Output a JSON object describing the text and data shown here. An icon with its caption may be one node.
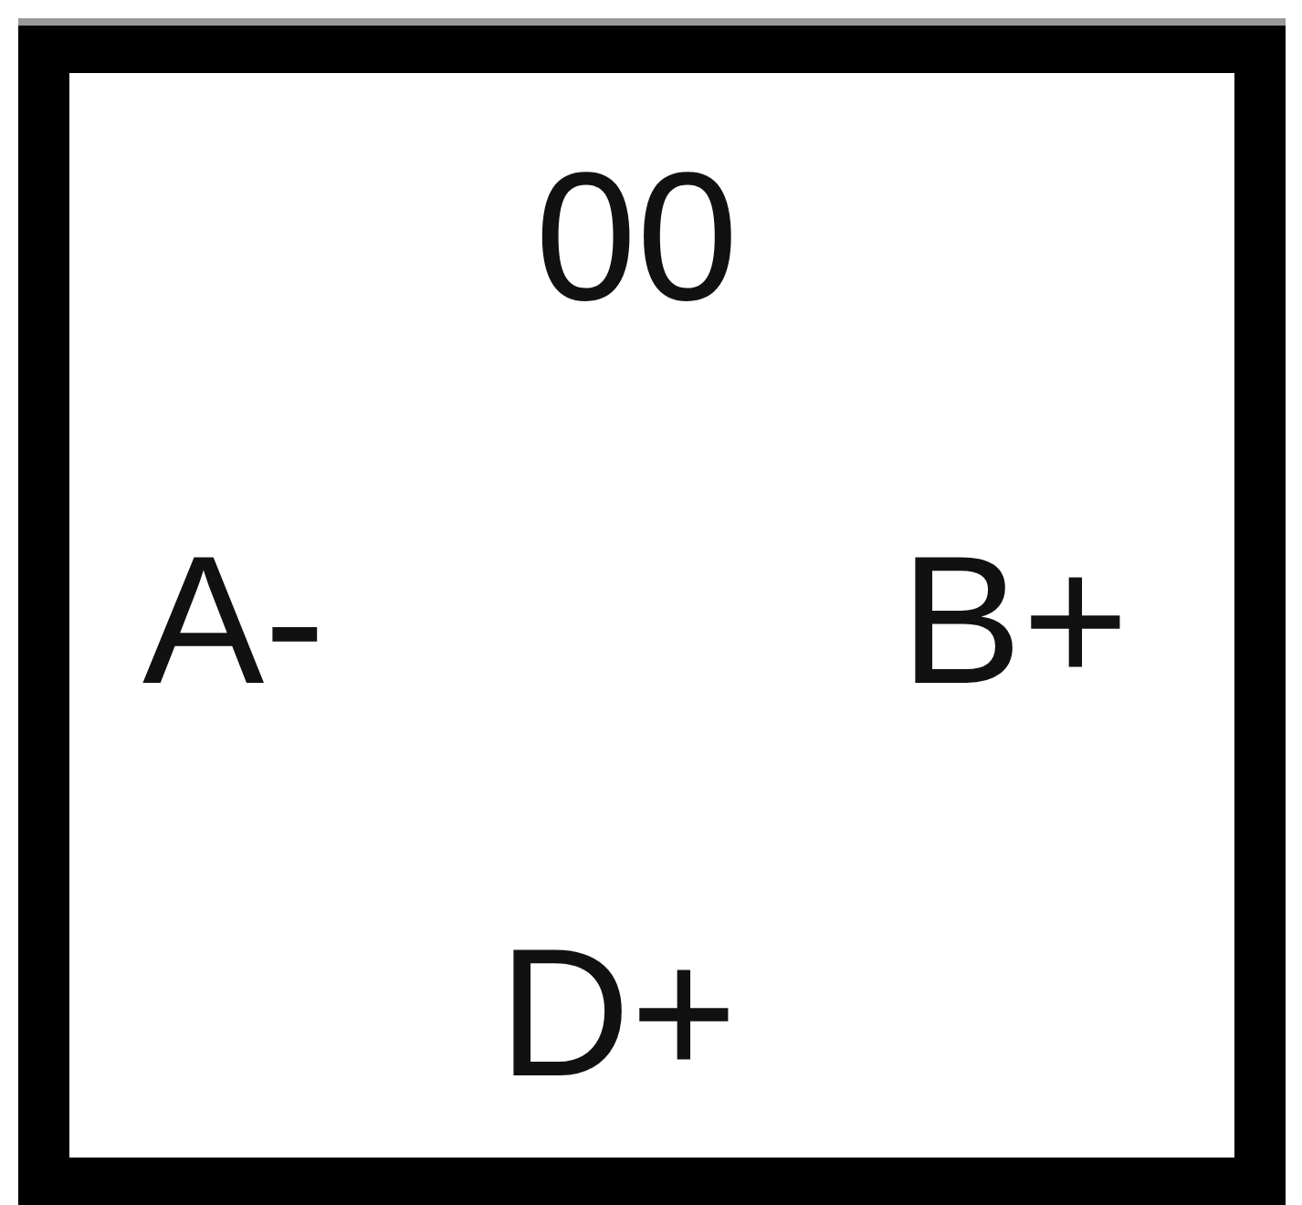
{
  "diagram": {
    "nodes": [
      {
        "text": [
          "00",
          "A-",
          "B+",
          "D+"
        ]
      }
    ]
  }
}
